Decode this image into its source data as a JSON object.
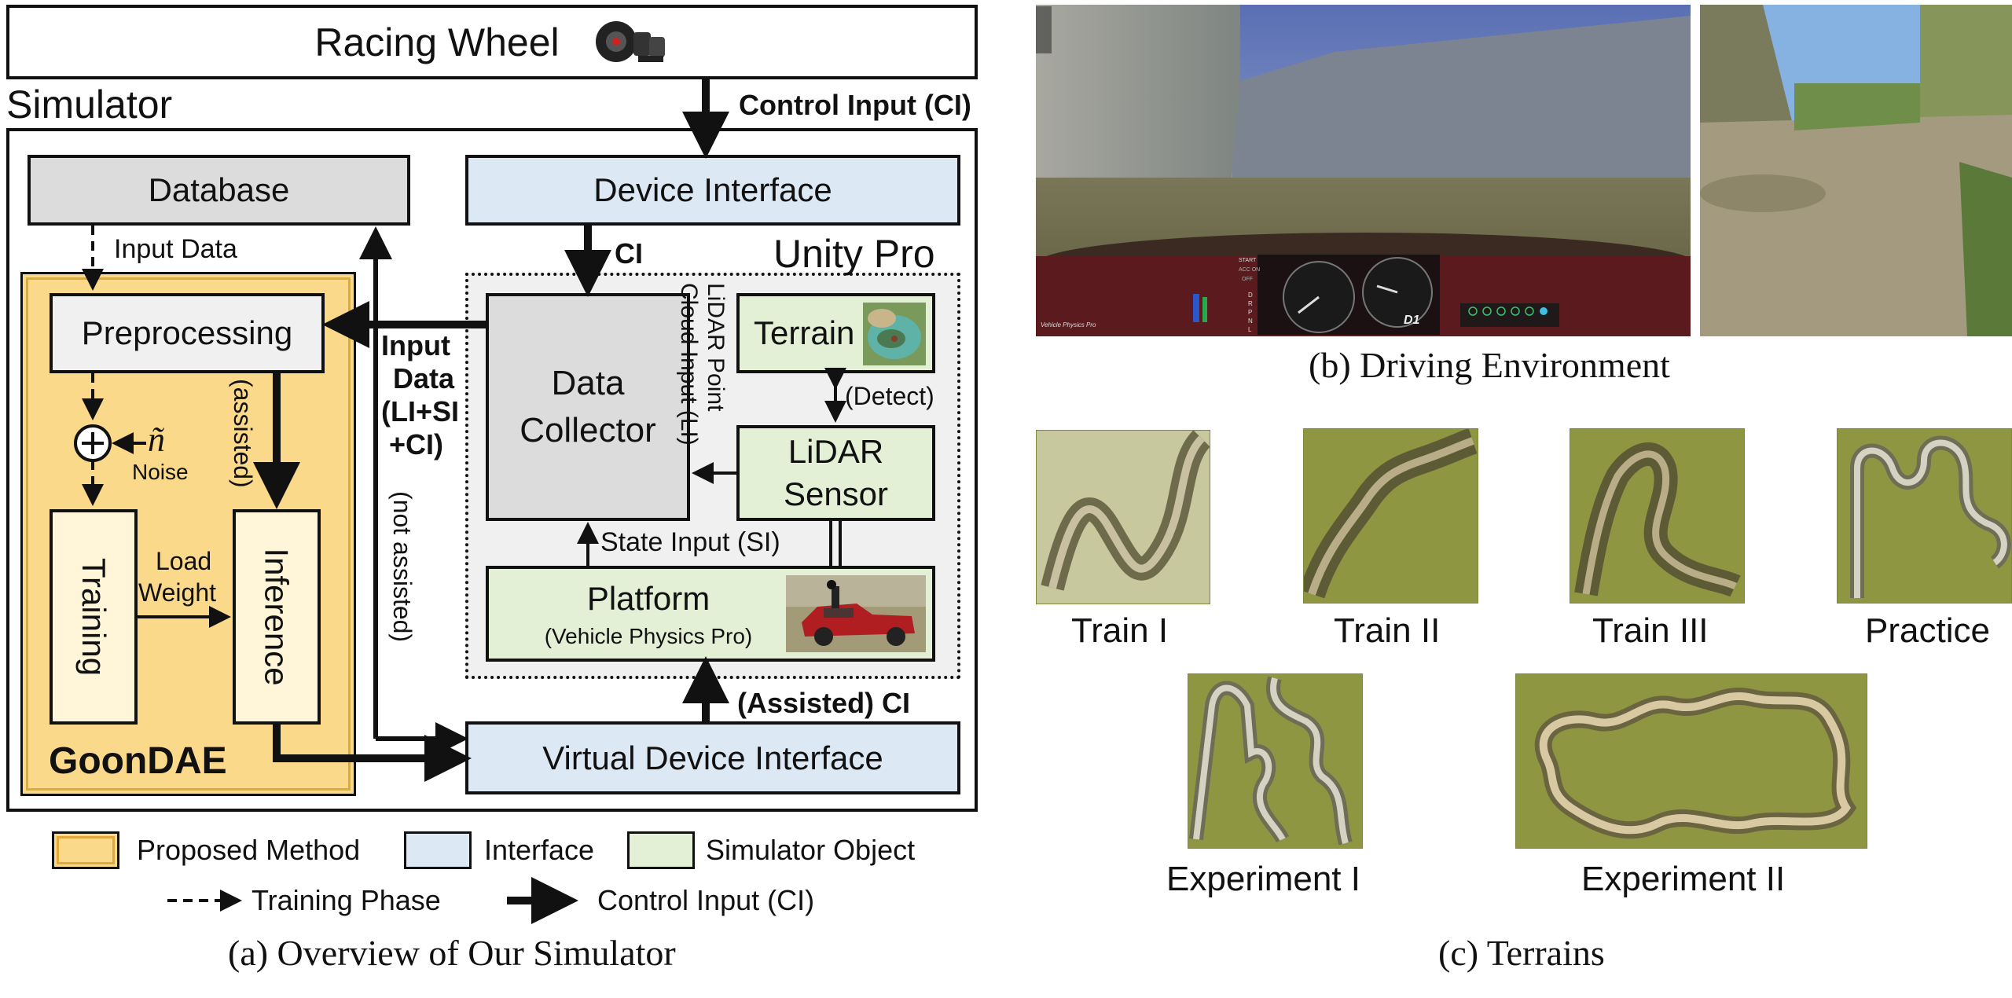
{
  "overview": {
    "racing_wheel": "Racing Wheel",
    "simulator": "Simulator",
    "control_input": "Control Input (CI)",
    "database": "Database",
    "device_interface": "Device Interface",
    "ci": "CI",
    "unity_pro": "Unity Pro",
    "input_data_top": "Input Data",
    "preprocessing": "Preprocessing",
    "input_data_side_1": "Input",
    "input_data_side_2": "Data",
    "input_data_side_3": "(LI+SI",
    "input_data_side_4": "+CI)",
    "data_collector_1": "Data",
    "data_collector_2": "Collector",
    "lidar_point_1": "LiDAR Point",
    "lidar_point_2": "Cloud Input (LI)",
    "terrain": "Terrain",
    "detect": "(Detect)",
    "lidar_sensor_1": "LiDAR",
    "lidar_sensor_2": "Sensor",
    "noise_symbol": "ñ",
    "noise": "Noise",
    "assisted": "(assisted)",
    "not_assisted": "(not assisted)",
    "training": "Training",
    "load_weight_1": "Load",
    "load_weight_2": "Weight",
    "inference": "Inference",
    "state_input": "State Input (SI)",
    "platform": "Platform",
    "platform_sub": "(Vehicle Physics Pro)",
    "assisted_ci": "(Assisted) CI",
    "goondae": "GoonDAE",
    "virtual_device_interface": "Virtual Device Interface",
    "caption": "(a) Overview of Our Simulator"
  },
  "legend": {
    "proposed_method": "Proposed Method",
    "interface": "Interface",
    "simulator_object": "Simulator Object",
    "training_phase": "Training Phase",
    "control_input": "Control Input (CI)"
  },
  "driving": {
    "caption": "(b) Driving Environment",
    "hud_brand": "Vehicle Physics Pro",
    "hud_gear": "D1",
    "hud_start": "START",
    "hud_acc": "ACC ON",
    "hud_off": "OFF",
    "hud_d": "D",
    "hud_r": "R",
    "hud_p": "P",
    "hud_n": "N",
    "hud_l": "L"
  },
  "terrains": {
    "caption": "(c) Terrains",
    "items": [
      "Train I",
      "Train II",
      "Train III",
      "Practice",
      "Experiment I",
      "Experiment II"
    ]
  },
  "colors": {
    "proposed": "#fbd98a",
    "proposed_border": "#e2a83a",
    "interface": "#dce8f3",
    "simulator_object": "#e3f0d6",
    "database": "#dcdcdc",
    "terrain_grass": "#8b9a3f"
  }
}
